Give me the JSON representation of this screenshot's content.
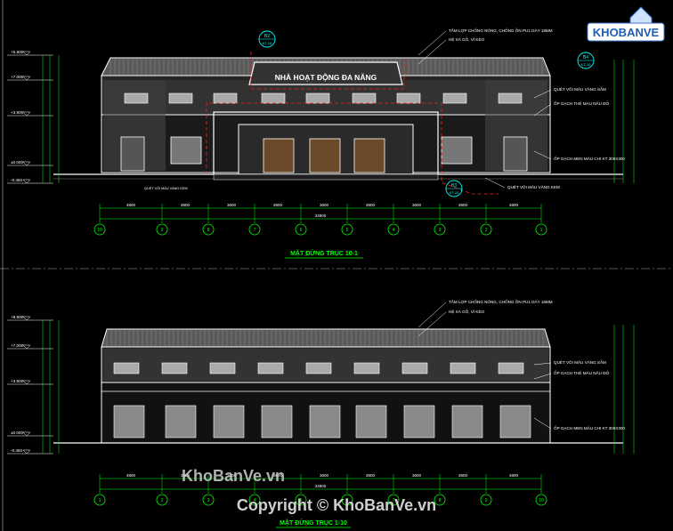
{
  "drawing_1": {
    "caption": "MẶT ĐỨNG TRỤC 10-1",
    "sign": "NHÀ HOẠT ĐỘNG ĐA NĂNG",
    "levels": [
      "+5.900",
      "+7.000",
      "+3.900",
      "±0.000",
      "-0.450"
    ],
    "notes": [
      "TẤM LỢP CHỐNG NÓNG, CHỐNG ỒN PU1 DÀY 18MM",
      "HỆ XÀ GỒ, VÌ KÈO",
      "QUÉT VÔI MÀU VÀNG SẪM",
      "ỐP GẠCH THẺ MÀU NÂU ĐỎ",
      "ỐP GẠCH MEN MÀU CHI KT 300X300",
      "QUÉT VÔI MÀU VÀNG KEM"
    ],
    "ground_note": "QUÉT VÔI MÀU VÀNG KEM",
    "dims": [
      "4800",
      "3600",
      "3600",
      "3600",
      "3600",
      "3600",
      "3600",
      "3600",
      "4800"
    ],
    "total": "34800",
    "axes": [
      "10",
      "9",
      "8",
      "7",
      "6",
      "5",
      "4",
      "3",
      "2",
      "1"
    ],
    "callouts": [
      {
        "num": "B2",
        "sub": "KT-10"
      },
      {
        "num": "B4",
        "sub": "KT-10"
      },
      {
        "num": "B3",
        "sub": "KT-10"
      }
    ]
  },
  "drawing_2": {
    "caption": "MẶT ĐỨNG TRỤC 1-10",
    "levels": [
      "+8.900",
      "+7.000",
      "+3.900",
      "±0.000",
      "-0.450"
    ],
    "notes": [
      "TẤM LỢP CHỐNG NÓNG, CHỐNG ỒN PU1 DÀY 18MM",
      "HỆ XÀ GỒ, VÌ KÈO",
      "QUÉT VÔI MÀU VÀNG SẪM",
      "ỐP GẠCH THẺ MÀU NÂU ĐỎ",
      "ỐP GẠCH MEN MÀU CHI KT 300X300"
    ],
    "dims": [
      "4800",
      "3600",
      "3600",
      "3600",
      "3600",
      "3600",
      "3600",
      "3600",
      "4800"
    ],
    "total": "34800",
    "axes": [
      "1",
      "2",
      "3",
      "4",
      "5",
      "6",
      "7",
      "8",
      "9",
      "10"
    ]
  },
  "watermark": {
    "logo": "KHOBANVE",
    "site": "KhoBanVe.vn",
    "copyright": "Copyright © KhoBanVe.vn"
  },
  "colors": {
    "dim": "#00ff00",
    "red": "#ff2020",
    "cyan": "#00ffff",
    "white": "#ffffff",
    "yellow": "#ffff00"
  }
}
